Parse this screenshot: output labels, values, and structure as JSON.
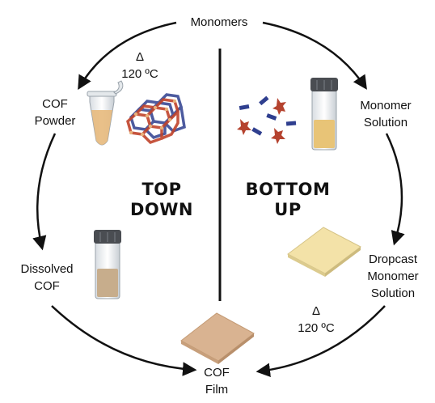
{
  "labels": {
    "monomers": "Monomers",
    "cof_powder": [
      "COF",
      "Powder"
    ],
    "monomer_solution": [
      "Monomer",
      "Solution"
    ],
    "dissolved_cof": [
      "Dissolved",
      "COF"
    ],
    "dropcast": [
      "Dropcast",
      "Monomer",
      "Solution"
    ],
    "cof_film": [
      "COF",
      "Film"
    ]
  },
  "conditions_left": {
    "symbol": "Δ",
    "temp": "120 ºC"
  },
  "conditions_right": {
    "symbol": "Δ",
    "temp": "120 ºC"
  },
  "approach_left": [
    "TOP",
    "DOWN"
  ],
  "approach_right": [
    "BOTTOM",
    "UP"
  ],
  "colors": {
    "arrow": "#111111",
    "vial_cap": "#4a4d52",
    "monomer_solution_fill": "#e8c477",
    "dissolved_cof_fill": "#c7ad8c",
    "powder_fill": "#e7b97c",
    "dropcast_film": "#f3e2a8",
    "cof_film": "#d9b391",
    "monomer_red": "#b5432f",
    "monomer_blue": "#2f3f8f"
  }
}
